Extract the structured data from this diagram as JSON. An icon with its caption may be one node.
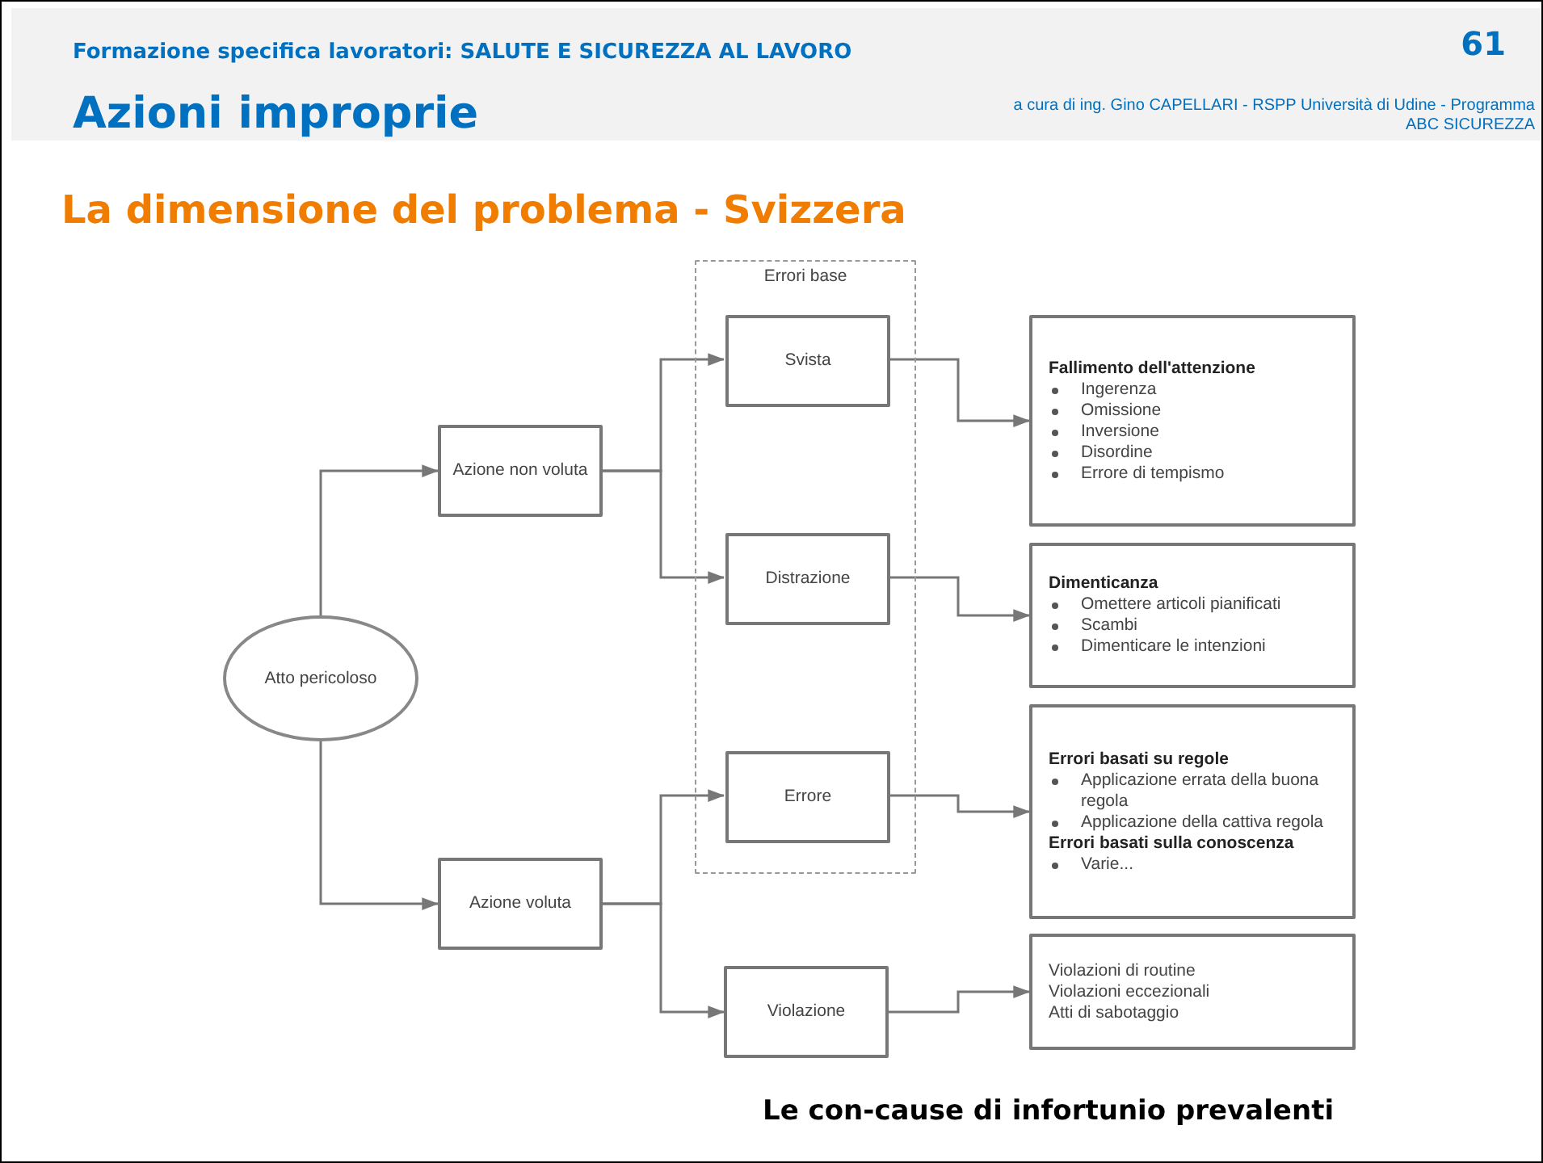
{
  "diagram": {
    "title": "La dimensione del problema - Svizzera",
    "caption": "Le con-cause di infortunio prevalenti",
    "nodes": [
      {
        "text": [
          "Atto pericoloso"
        ]
      },
      {
        "text": [
          "Azione non voluta"
        ]
      },
      {
        "text": [
          "Azione voluta"
        ]
      },
      {
        "text": [
          "Errori base"
        ]
      },
      {
        "text": [
          "Svista"
        ],
        "in": 3
      },
      {
        "text": [
          "Distrazione"
        ],
        "in": 3
      },
      {
        "text": [
          "Errore"
        ],
        "in": 3
      },
      {
        "text": [
          "Violazione"
        ]
      },
      {
        "text": [
          "Fallimento dell'attenzione",
          "Ingerenza",
          "Omissione",
          "Inversione",
          "Disordine",
          "Errore di tempismo"
        ]
      },
      {
        "text": [
          "Dimenticanza",
          "Omettere articoli pianificati",
          "Scambi",
          "Dimenticare le intenzioni"
        ]
      },
      {
        "text": [
          "Errori basati su regole",
          "Applicazione errata della buona regola",
          "Applicazione della cattiva regola",
          "Errori basati sulla conoscenza",
          "Varie..."
        ]
      },
      {
        "text": [
          "Violazioni di routine",
          "Violazioni eccezionali",
          "Atti di sabotaggio"
        ]
      }
    ],
    "edges": [
      {
        "from": 0,
        "to": 1,
        "arrow": "to"
      },
      {
        "from": 0,
        "to": 2,
        "arrow": "to"
      },
      {
        "from": 1,
        "to": 4,
        "arrow": "to"
      },
      {
        "from": 1,
        "to": 5,
        "arrow": "to"
      },
      {
        "from": 2,
        "to": 6,
        "arrow": "to"
      },
      {
        "from": 2,
        "to": 7,
        "arrow": "to"
      },
      {
        "from": 4,
        "to": 8,
        "arrow": "to"
      },
      {
        "from": 5,
        "to": 9,
        "arrow": "to"
      },
      {
        "from": 6,
        "to": 10,
        "arrow": "to"
      },
      {
        "from": 7,
        "to": 11,
        "arrow": "to"
      }
    ],
    "labels": [
      "Formazione specifica lavoratori: SALUTE E SICUREZZA AL LAVORO",
      "61",
      "Azioni improprie",
      "a cura di ing. Gino CAPELLARI - RSPP Università di Udine - Programma ABC SICUREZZA"
    ]
  }
}
